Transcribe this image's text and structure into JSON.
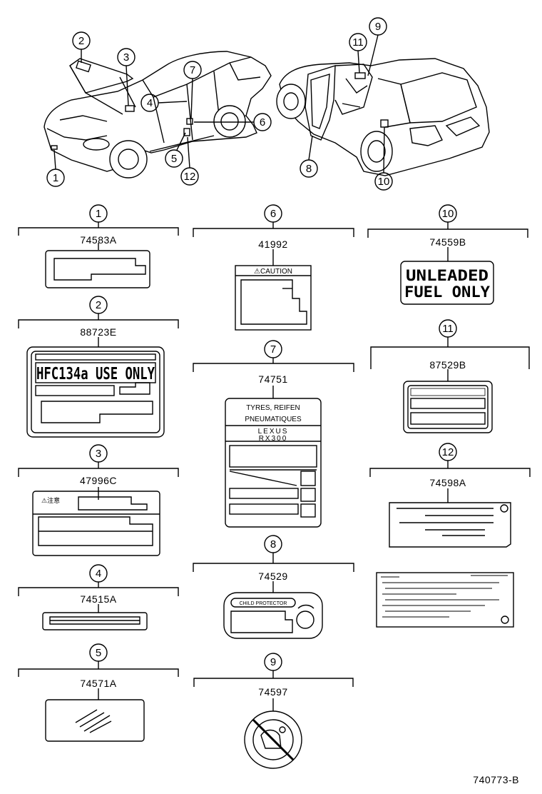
{
  "callouts": [
    "1",
    "2",
    "3",
    "4",
    "5",
    "6",
    "7",
    "8",
    "9",
    "11",
    "12",
    "10"
  ],
  "sections": [
    {
      "callout": "1",
      "part_no": "74583A"
    },
    {
      "callout": "2",
      "part_no": "88723E",
      "label_text": "HFC134a USE ONLY"
    },
    {
      "callout": "3",
      "part_no": "47996C",
      "label_text": "⚠注意"
    },
    {
      "callout": "4",
      "part_no": "74515A"
    },
    {
      "callout": "5",
      "part_no": "74571A"
    },
    {
      "callout": "6",
      "part_no": "41992",
      "label_text": "⚠CAUTION"
    },
    {
      "callout": "7",
      "part_no": "74751",
      "label_lines": [
        "TYRES, REIFEN",
        "PNEUMATIQUES",
        "LEXUS",
        "RX300"
      ]
    },
    {
      "callout": "8",
      "part_no": "74529",
      "label_text": "CHILD PROTECTOR"
    },
    {
      "callout": "9",
      "part_no": "74597"
    },
    {
      "callout": "10",
      "part_no": "74559B",
      "label_lines": [
        "UNLEADED",
        "FUEL ONLY"
      ]
    },
    {
      "callout": "11",
      "part_no": "87529B"
    },
    {
      "callout": "12",
      "part_no": "74598A"
    }
  ],
  "diagram_code": "740773-B"
}
